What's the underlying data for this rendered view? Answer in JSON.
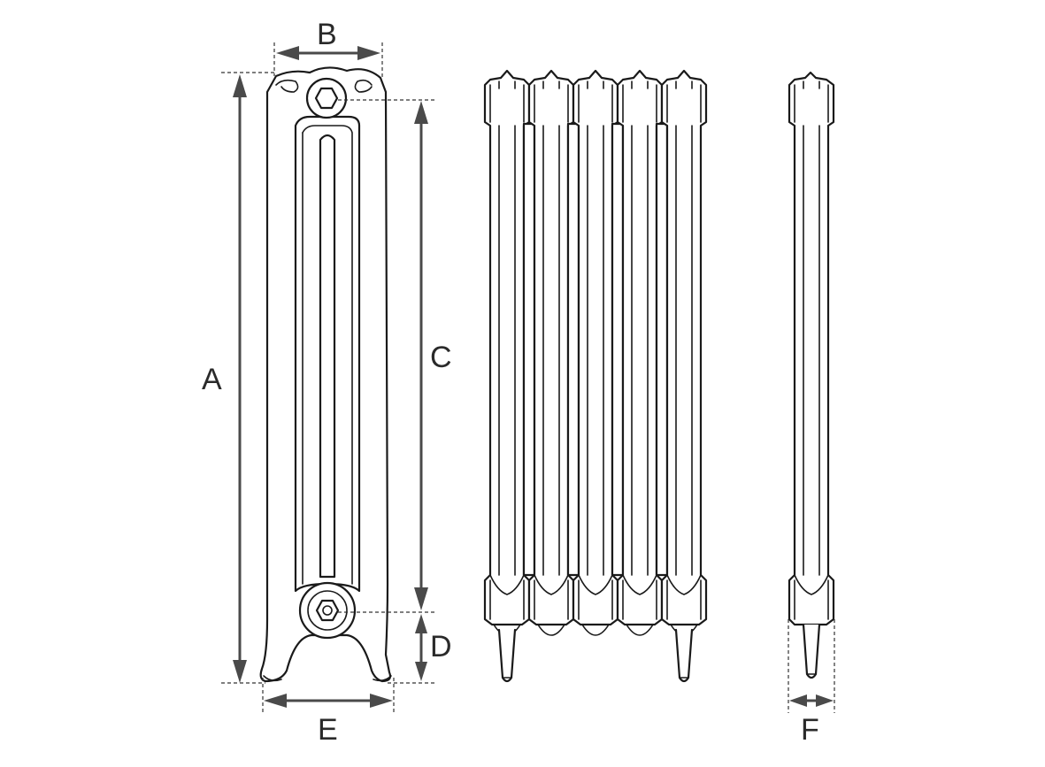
{
  "labels": {
    "a": "A",
    "b": "B",
    "c": "C",
    "d": "D",
    "e": "E",
    "f": "F"
  },
  "colors": {
    "outline": "#1a1a1a",
    "dimension": "#4a4a4a",
    "background": "#ffffff"
  }
}
